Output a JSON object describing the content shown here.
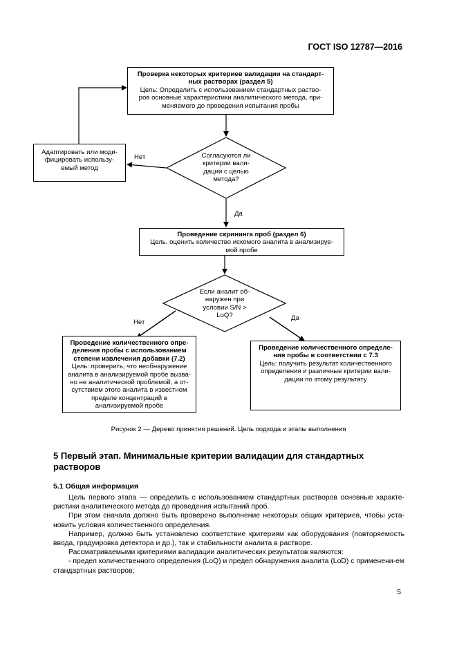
{
  "header": {
    "standard": "ГОСТ ISO 12787—2016"
  },
  "flow": {
    "box1": {
      "title": "Проверка некоторых критериев валидации на стандарт-ных растворах (раздел 5)",
      "text": "Цель: Определить с использованием стандартных раство-ров основные характеристики аналитического метода, при-меняемого до проведения испытания пробы"
    },
    "adapt_box": {
      "text": "Адаптировать или моди-фицировать использу-емый метод"
    },
    "diamond1": {
      "text": "Согласуются ли критерии вали-дации с целью метода?"
    },
    "label_no1": "Нет",
    "label_yes1": "Да",
    "box2": {
      "title": "Проведение скрининга проб (раздел 6)",
      "text": "Цель. оценить количество искомого аналита в анализируе-мой пробе"
    },
    "diamond2": {
      "text": "Если аналит об-наружен при условии S/N > LoQ?"
    },
    "label_no2": "Нет",
    "label_yes2": "Да",
    "box3": {
      "title": "Проведение количественного опре-деления пробы с использованием степени извлечения добавки (7.2)",
      "text": "Цель: проверить, что необнаружение аналита в анализируемой пробе вызва-но не аналитической проблемой, а от-сутствием этого аналита в известном пределе концентраций в анализируемой пробе"
    },
    "box4": {
      "title": "Проведение количественного определе-ния пробы в соответствии с 7.3",
      "text": "Цель: получить результат количественного определения и различные критерии вали-дации по этому результату"
    }
  },
  "caption": "Рисунок 2 — Дерево принятия решений. Цель подхода и этапы выполнения",
  "section": {
    "heading": "5 Первый этап. Минимальные критерии валидации для стандартных растворов",
    "subheading": "5.1 Общая информация",
    "paragraphs": [
      "Цель первого этапа — определить с использованием стандартных растворов основные характе-ристики аналитического метода до проведения испытаний проб.",
      "При этом сначала должно быть проверено выполнение некоторых общих критериев, чтобы уста-новить условия количественного определения.",
      "Например, должно быть установлено соответствие критериям как оборудования (повторяемость ввода, градуировка детектора и др.), так и стабильности аналита в растворе.",
      "Рассматриваемыми критериями валидации аналитических результатов являются:",
      "- предел количественного определения (LoQ) и предел обнаружения аналита (LoD) с применени-ем стандартных растворов;"
    ]
  },
  "page_number": "5"
}
